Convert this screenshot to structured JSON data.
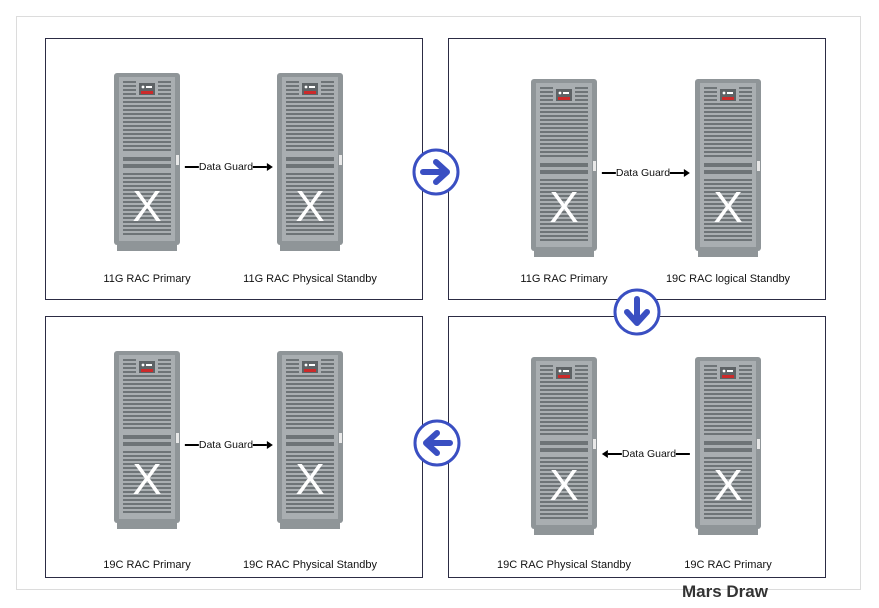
{
  "panels": [
    {
      "left_label": "11G RAC Primary",
      "right_label": "11G RAC Physical Standby",
      "link_text": "Data Guard"
    },
    {
      "left_label": "11G RAC Primary",
      "right_label": "19C RAC logical Standby",
      "link_text": "Data Guard"
    },
    {
      "left_label": "19C RAC Primary",
      "right_label": "19C RAC Physical Standby",
      "link_text": "Data Guard"
    },
    {
      "left_label": "19C RAC Physical Standby",
      "right_label": "19C RAC Primary",
      "link_text": "Data Guard"
    }
  ],
  "server_mark": "X",
  "flow_arrows": [
    "arrow-right-icon",
    "arrow-down-icon",
    "arrow-left-icon"
  ],
  "colors": {
    "arrow": "#3a4fc2",
    "server_body": "#8e9497",
    "server_led": "#c62828"
  },
  "brand": "Mars Draw"
}
